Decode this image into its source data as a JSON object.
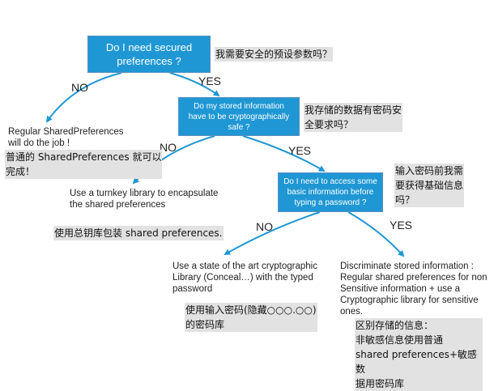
{
  "colors": {
    "box_fill": "#1f97d4",
    "line": "#1f97d4",
    "note_bg": "#e2e2e2"
  },
  "questions": {
    "q1": "Do I need secured\npreferences ?",
    "q2": "Do my stored information\nhave to be cryptographically\nsafe ?",
    "q3": "Do I need to access some\nbasic information before\ntyping a password ?"
  },
  "labels": {
    "no": "NO",
    "yes": "YES"
  },
  "outcomes": {
    "o1": "Regular SharedPreferences\nwill do the job !",
    "o2": "Use a turnkey library to encapsulate\nthe shared preferences",
    "o3": "Use a state of the art cryptographic\nLibrary (Conceal…) with the typed\npassword",
    "o4": "Discriminate stored information :\nRegular shared preferences for non\nSensitive information + use a\nCryptographic library for sensitive\nones."
  },
  "translations": {
    "q1": "我需要安全的预设参数吗？",
    "q2": "我存储的数据有密码安\n全要求吗？",
    "q3": "输入密码前我需\n要获得基础信息\n吗？",
    "o1": "普通的 SharedPreferences 就可以\n完成！",
    "o2": "使用总钥库包装 shared preferences.",
    "o3": "使用输入密码(隐藏○○○.○○)\n的密码库",
    "o4": "区别存储的信息：\n非敏感信息使用普通\nshared preferences+敏感数\n据用密码库"
  }
}
